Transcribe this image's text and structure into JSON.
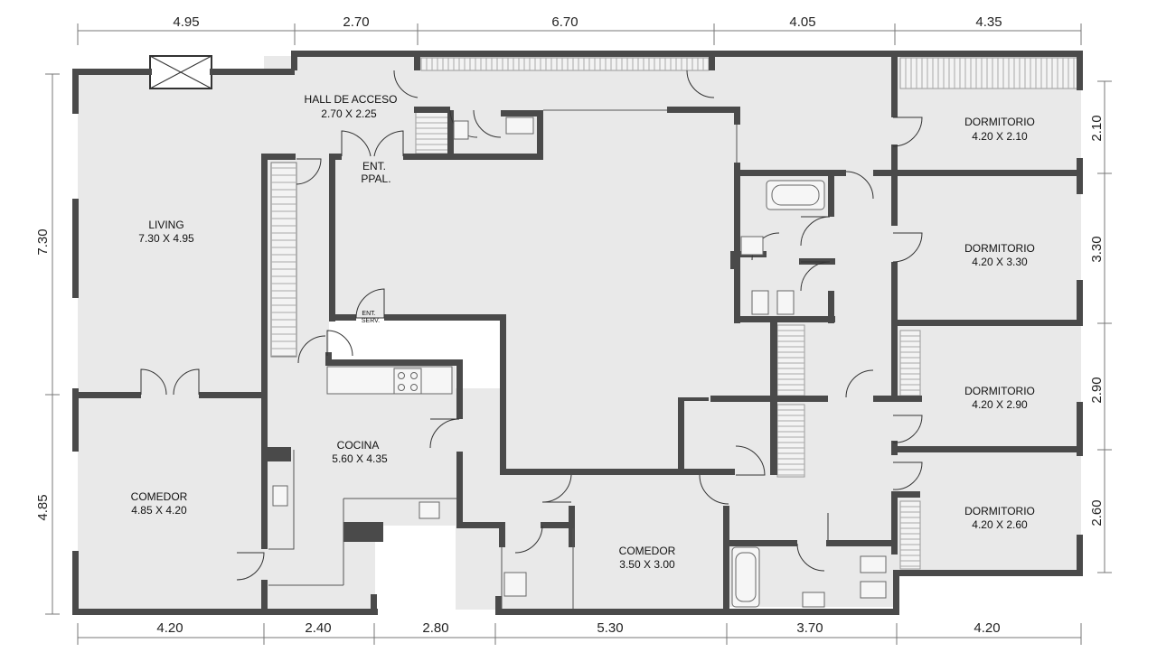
{
  "rooms": {
    "living": {
      "name": "LIVING",
      "size": "7.30 X 4.95"
    },
    "hall": {
      "name": "HALL DE ACCESO",
      "size": "2.70 X 2.25"
    },
    "ent_ppal": {
      "line1": "ENT.",
      "line2": "PPAL."
    },
    "ent_serv": {
      "line1": "ENT.",
      "line2": "SERV."
    },
    "cocina": {
      "name": "COCINA",
      "size": "5.60 X 4.35"
    },
    "comedor_left": {
      "name": "COMEDOR",
      "size": "4.85 X 4.20"
    },
    "comedor_mid": {
      "name": "COMEDOR",
      "size": "3.50 X 3.00"
    },
    "dorm1": {
      "name": "DORMITORIO",
      "size": "4.20 X 2.10"
    },
    "dorm2": {
      "name": "DORMITORIO",
      "size": "4.20 X 3.30"
    },
    "dorm3": {
      "name": "DORMITORIO",
      "size": "4.20 X 2.90"
    },
    "dorm4": {
      "name": "DORMITORIO",
      "size": "4.20 X 2.60"
    }
  },
  "dimensions": {
    "top": [
      "4.95",
      "2.70",
      "6.70",
      "4.05",
      "4.35"
    ],
    "bottom": [
      "4.20",
      "2.40",
      "2.80",
      "5.30",
      "3.70",
      "4.20"
    ],
    "left": [
      "7.30",
      "4.85"
    ],
    "right": [
      "2.10",
      "3.30",
      "2.90",
      "2.60"
    ]
  }
}
